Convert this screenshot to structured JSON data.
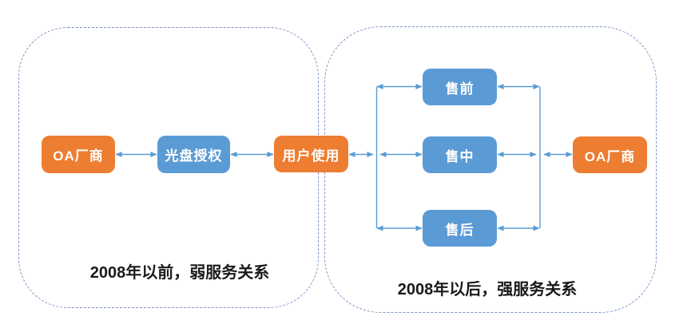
{
  "diagram": {
    "left_group": {
      "caption": "2008年以前，弱服务关系"
    },
    "right_group": {
      "caption": "2008年以后，强服务关系"
    },
    "nodes": {
      "oa_left": {
        "label": "OA厂商",
        "color": "#ED7D31"
      },
      "disc_auth": {
        "label": "光盘授权",
        "color": "#5B9BD5"
      },
      "user_use": {
        "label": "用户使用",
        "color": "#ED7D31"
      },
      "pre_sale": {
        "label": "售前",
        "color": "#5B9BD5"
      },
      "mid_sale": {
        "label": "售中",
        "color": "#5B9BD5"
      },
      "after_sale": {
        "label": "售后",
        "color": "#5B9BD5"
      },
      "oa_right": {
        "label": "OA厂商",
        "color": "#ED7D31"
      }
    },
    "edges": [
      {
        "from": "oa_left",
        "to": "disc_auth",
        "bidirectional": true
      },
      {
        "from": "disc_auth",
        "to": "user_use",
        "bidirectional": true
      },
      {
        "from": "user_use",
        "to": "service_bus_left",
        "bidirectional": true
      },
      {
        "from": "service_bus_left",
        "to": "pre_sale",
        "bidirectional": true
      },
      {
        "from": "service_bus_left",
        "to": "mid_sale",
        "bidirectional": true
      },
      {
        "from": "service_bus_left",
        "to": "after_sale",
        "bidirectional": true
      },
      {
        "from": "pre_sale",
        "to": "service_bus_right",
        "bidirectional": true
      },
      {
        "from": "mid_sale",
        "to": "service_bus_right",
        "bidirectional": true
      },
      {
        "from": "after_sale",
        "to": "service_bus_right",
        "bidirectional": true
      },
      {
        "from": "service_bus_right",
        "to": "oa_right",
        "bidirectional": true
      }
    ],
    "colors": {
      "orange": "#ED7D31",
      "blue": "#5B9BD5",
      "arrow": "#5B9BD5",
      "container_border": "#7D96C5",
      "caption_text": "#1A1A1A"
    }
  }
}
